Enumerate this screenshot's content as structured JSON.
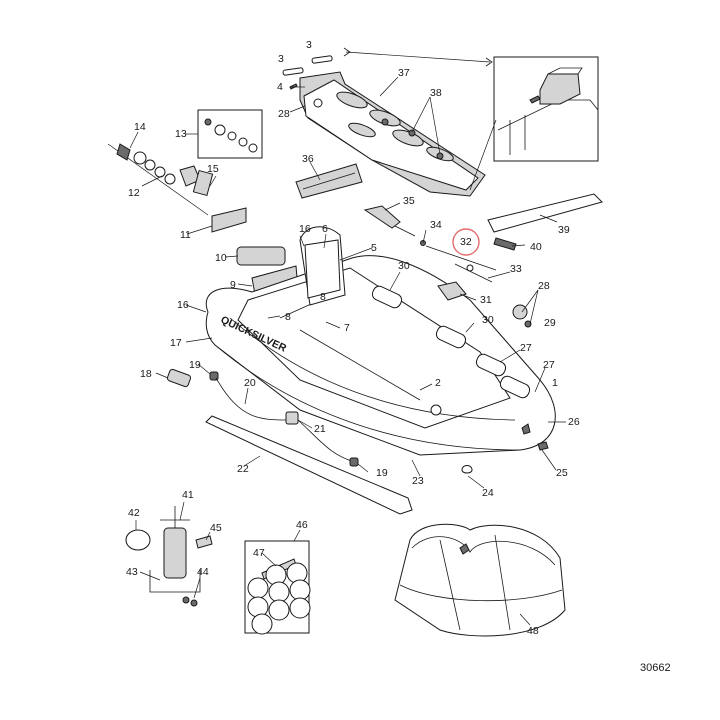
{
  "diagram": {
    "drawing_number": "30662",
    "brand_text": "QUICKSILVER",
    "highlight_color": "#e36b6b",
    "highlighted_callout": "32",
    "callouts": [
      "1",
      "2",
      "3",
      "3",
      "4",
      "5",
      "6",
      "7",
      "8",
      "8",
      "9",
      "10",
      "11",
      "12",
      "13",
      "14",
      "15",
      "16",
      "16",
      "17",
      "18",
      "19",
      "19",
      "20",
      "21",
      "22",
      "23",
      "24",
      "25",
      "26",
      "27",
      "27",
      "28",
      "28",
      "29",
      "30",
      "30",
      "31",
      "32",
      "33",
      "34",
      "35",
      "36",
      "37",
      "38",
      "39",
      "40",
      "41",
      "42",
      "43",
      "44",
      "45",
      "46",
      "47",
      "48"
    ]
  }
}
